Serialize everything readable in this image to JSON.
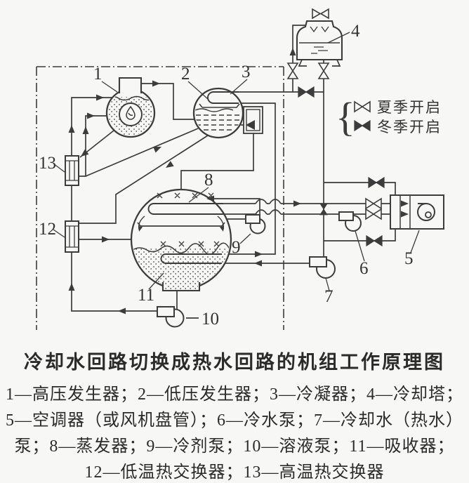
{
  "colors": {
    "background": "#f7f7f5",
    "line": "#3c3c3c",
    "text": "#2b2b2b"
  },
  "diagram": {
    "component_labels": {
      "c1": "1",
      "c2": "2",
      "c3": "3",
      "c4": "4",
      "c5": "5",
      "c6": "6",
      "c7": "7",
      "c8": "8",
      "c9": "9",
      "c10": "10",
      "c11": "11",
      "c12": "12",
      "c13": "13"
    },
    "legend": {
      "brace": "{",
      "summer_label": "夏季开启",
      "winter_label": "冬季开启"
    }
  },
  "caption": {
    "title": "冷却水回路切换成热水回路的机组工作原理图",
    "lines": [
      "1—高压发生器；2—低压发生器；3—冷凝器；4—冷却塔；",
      "5—空调器（或风机盘管）；6—冷水泵；7—冷却水（热水）",
      "泵；8—蒸发器；9—冷剂泵；10—溶液泵；11—吸收器；",
      "12—低温热交换器；13—高温热交换器"
    ]
  }
}
